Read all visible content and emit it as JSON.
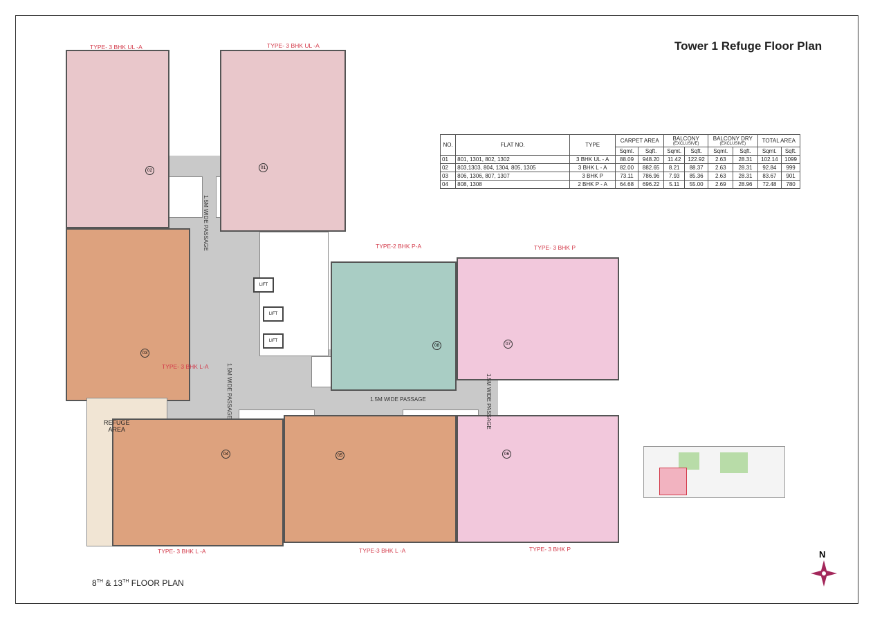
{
  "title": "Tower 1 Refuge Floor Plan",
  "floor_plan_label": {
    "prefix": "8",
    "sup1": "TH",
    "mid": " & 13",
    "sup2": "TH",
    "suffix": " FLOOR PLAN"
  },
  "table": {
    "headers": {
      "no": "NO.",
      "flat_no": "FLAT NO.",
      "type": "TYPE",
      "carpet": "CARPET AREA",
      "balcony": "BALCONY",
      "balcony_sub": "(EXCLUSIVE)",
      "balcony_dry": "BALCONY DRY",
      "balcony_dry_sub": "(EXCLUSIVE)",
      "total": "TOTAL AREA",
      "sqmt": "Sqmt.",
      "sqft": "Sqft."
    },
    "rows": [
      {
        "no": "01",
        "flats": "801, 1301, 802, 1302",
        "type": "3 BHK UL - A",
        "carpet_sqmt": "88.09",
        "carpet_sqft": "948.20",
        "bal_sqmt": "11.42",
        "bal_sqft": "122.92",
        "dry_sqmt": "2.63",
        "dry_sqft": "28.31",
        "total_sqmt": "102.14",
        "total_sqft": "1099"
      },
      {
        "no": "02",
        "flats": "803,1303, 804, 1304, 805, 1305",
        "type": "3 BHK L - A",
        "carpet_sqmt": "82.00",
        "carpet_sqft": "882.65",
        "bal_sqmt": "8.21",
        "bal_sqft": "88.37",
        "dry_sqmt": "2.63",
        "dry_sqft": "28.31",
        "total_sqmt": "92.84",
        "total_sqft": "999"
      },
      {
        "no": "03",
        "flats": "806, 1306, 807, 1307",
        "type": "3 BHK P",
        "carpet_sqmt": "73.11",
        "carpet_sqft": "786.96",
        "bal_sqmt": "7.93",
        "bal_sqft": "85.36",
        "dry_sqmt": "2.63",
        "dry_sqft": "28.31",
        "total_sqmt": "83.67",
        "total_sqft": "901"
      },
      {
        "no": "04",
        "flats": "808, 1308",
        "type": "2 BHK P - A",
        "carpet_sqmt": "64.68",
        "carpet_sqft": "696.22",
        "bal_sqmt": "5.11",
        "bal_sqft": "55.00",
        "dry_sqmt": "2.69",
        "dry_sqft": "28.96",
        "total_sqmt": "72.48",
        "total_sqft": "780"
      }
    ]
  },
  "type_labels": {
    "ul_a_left": "TYPE- 3 BHK UL -A",
    "ul_a_right": "TYPE- 3 BHK  UL -A",
    "bhk2_pa": "TYPE-2 BHK P-A",
    "bhk3_p_top": "TYPE- 3 BHK P",
    "bhk3_la_mid": "TYPE- 3 BHK L-A",
    "bhk3_la_bottom_left": "TYPE- 3 BHK L -A",
    "bhk3_la_bottom_mid": "TYPE-3 BHK L -A",
    "bhk3_p_bottom": "TYPE- 3 BHK P"
  },
  "passage": "1.5M WIDE PASSAGE",
  "lift": "LIFT",
  "refuge": "REFUGE\nAREA",
  "units": {
    "u01": "01",
    "u02": "02",
    "u03": "03",
    "u04": "04",
    "u05": "05",
    "u06": "06",
    "u07": "07",
    "u08": "08"
  },
  "north": "N",
  "colors": {
    "unit_ul": "#e9c7cb",
    "unit_l": "#dda27e",
    "unit_p": "#f2c8dc",
    "unit_2bhk": "#a9cdc4",
    "passage": "#c9c9c9",
    "refuge": "#f1e5d4",
    "labels": "#d33a4a"
  }
}
